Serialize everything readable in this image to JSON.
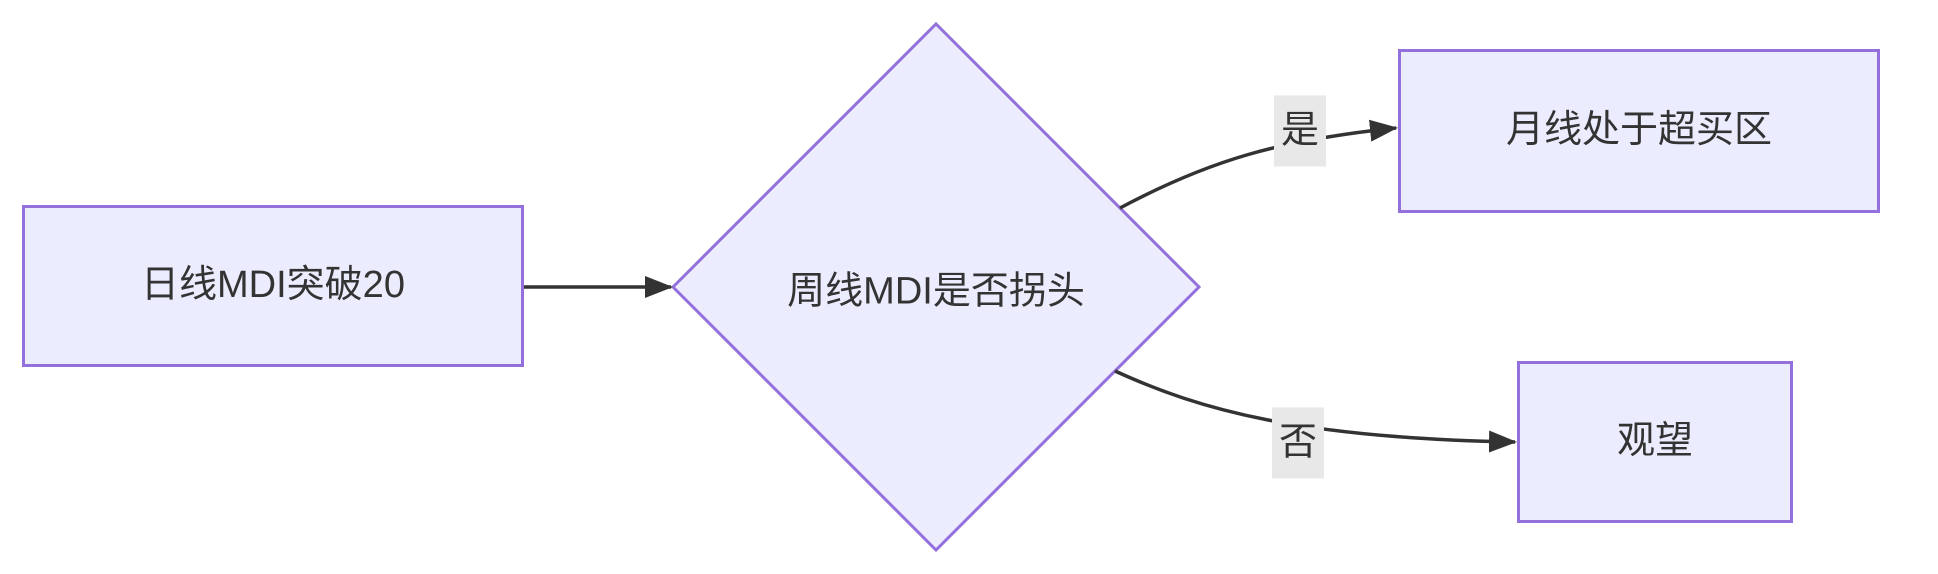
{
  "diagram": {
    "type": "flowchart",
    "direction": "left-to-right",
    "nodes": [
      {
        "id": "A",
        "shape": "rectangle",
        "label": "日线MDI突破20"
      },
      {
        "id": "B",
        "shape": "diamond",
        "label": "周线MDI是否拐头"
      },
      {
        "id": "C",
        "shape": "rectangle",
        "label": "月线处于超买区"
      },
      {
        "id": "D",
        "shape": "rectangle",
        "label": "观望"
      }
    ],
    "edges": [
      {
        "from": "A",
        "to": "B",
        "label": ""
      },
      {
        "from": "B",
        "to": "C",
        "label": "是"
      },
      {
        "from": "B",
        "to": "D",
        "label": "否"
      }
    ],
    "colors": {
      "node_fill": "#ECECFF",
      "node_border": "#9370DB",
      "edge_stroke": "#333333",
      "edge_label_bg": "#e8e8e8",
      "text": "#333333"
    }
  }
}
